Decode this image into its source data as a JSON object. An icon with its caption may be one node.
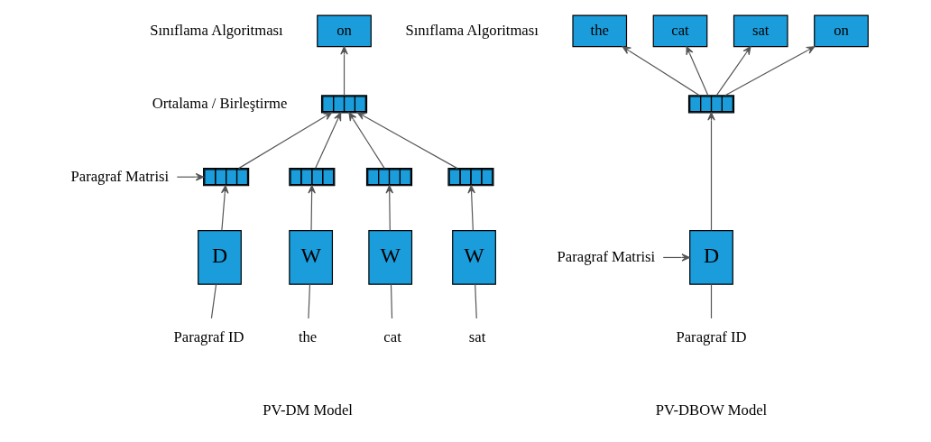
{
  "diagram": {
    "nodes": [
      {
        "text": [
          "on"
        ]
      },
      {
        "text": [],
        "shape": "bar"
      },
      {
        "text": [
          "Paragraf Matrisi"
        ]
      },
      {
        "text": [],
        "shape": "bar"
      },
      {
        "text": [],
        "shape": "bar"
      },
      {
        "text": [],
        "shape": "bar"
      },
      {
        "text": [],
        "shape": "bar"
      },
      {
        "text": [
          "D"
        ]
      },
      {
        "text": [
          "W"
        ]
      },
      {
        "text": [
          "W"
        ]
      },
      {
        "text": [
          "W"
        ]
      },
      {
        "text": [
          "Paragraf ID"
        ]
      },
      {
        "text": [
          "the"
        ]
      },
      {
        "text": [
          "cat"
        ]
      },
      {
        "text": [
          "sat"
        ]
      },
      {
        "text": [
          "the"
        ]
      },
      {
        "text": [
          "cat"
        ]
      },
      {
        "text": [
          "sat"
        ]
      },
      {
        "text": [
          "on"
        ]
      },
      {
        "text": [],
        "shape": "bar"
      },
      {
        "text": [
          "Paragraf Matrisi"
        ]
      },
      {
        "text": [
          "D"
        ]
      },
      {
        "text": [
          "Paragraf ID"
        ]
      }
    ],
    "edges": [
      {
        "from": 1,
        "to": 0,
        "arrow": "to"
      },
      {
        "from": 3,
        "to": 1,
        "arrow": "to"
      },
      {
        "from": 4,
        "to": 1,
        "arrow": "to"
      },
      {
        "from": 5,
        "to": 1,
        "arrow": "to"
      },
      {
        "from": 6,
        "to": 1,
        "arrow": "to"
      },
      {
        "from": 2,
        "to": 3,
        "arrow": "to"
      },
      {
        "from": 7,
        "to": 3,
        "arrow": "to"
      },
      {
        "from": 8,
        "to": 4,
        "arrow": "to"
      },
      {
        "from": 9,
        "to": 5,
        "arrow": "to"
      },
      {
        "from": 10,
        "to": 6,
        "arrow": "to"
      },
      {
        "from": 11,
        "to": 7,
        "arrow": "none"
      },
      {
        "from": 12,
        "to": 8,
        "arrow": "none"
      },
      {
        "from": 13,
        "to": 9,
        "arrow": "none"
      },
      {
        "from": 14,
        "to": 10,
        "arrow": "none"
      },
      {
        "from": 19,
        "to": 15,
        "arrow": "to"
      },
      {
        "from": 19,
        "to": 16,
        "arrow": "to"
      },
      {
        "from": 19,
        "to": 17,
        "arrow": "to"
      },
      {
        "from": 19,
        "to": 18,
        "arrow": "to"
      },
      {
        "from": 21,
        "to": 19,
        "arrow": "to"
      },
      {
        "from": 20,
        "to": 21,
        "arrow": "to"
      },
      {
        "from": 22,
        "to": 21,
        "arrow": "none"
      }
    ],
    "labels": [
      "Sınıflama Algoritması",
      "Ortalama / Birleştirme",
      "PV-DM Model",
      "Sınıflama Algoritması",
      "PV-DBOW Model"
    ]
  }
}
